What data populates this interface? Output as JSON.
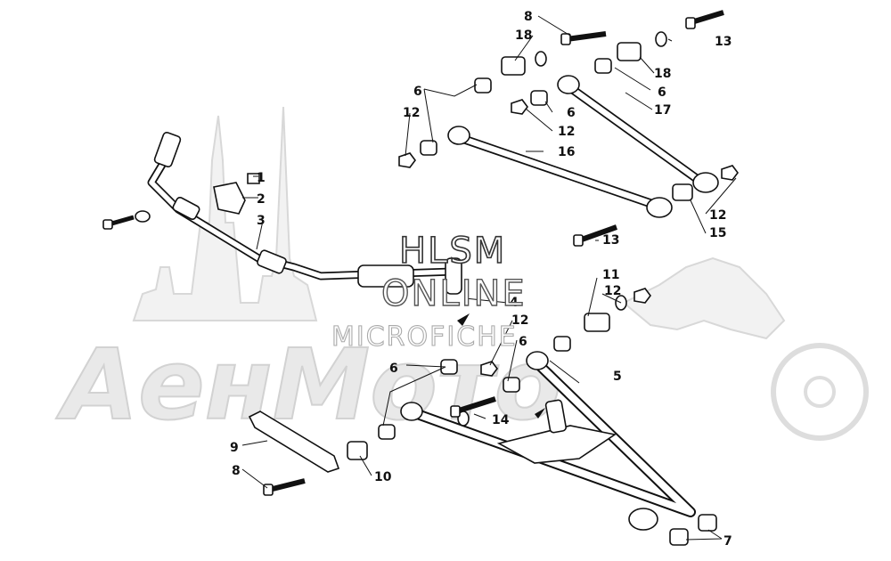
{
  "watermark": {
    "brand": "АенМото",
    "stamp_line1": "HLSM",
    "stamp_line2": "ONLINE",
    "stamp_line3": "MICROFICHE"
  },
  "callouts": {
    "c1": "1",
    "c2": "2",
    "c3": "3",
    "c4": "4",
    "c5": "5",
    "c6a": "6",
    "c6b": "6",
    "c6c": "6",
    "c6d": "6",
    "c7": "7",
    "c8a": "8",
    "c8b": "8",
    "c9": "9",
    "c10": "10",
    "c11": "11",
    "c12a": "12",
    "c12b": "12",
    "c12c": "12",
    "c12d": "12",
    "c12e": "12",
    "c13a": "13",
    "c13b": "13",
    "c14": "14",
    "c15": "15",
    "c16": "16",
    "c17": "17",
    "c18a": "18",
    "c18b": "18"
  }
}
